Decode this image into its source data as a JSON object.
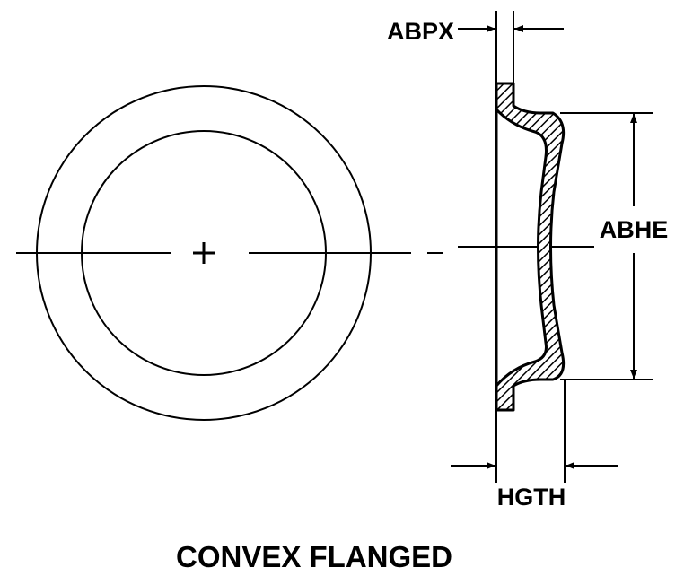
{
  "diagram": {
    "caption": "CONVEX FLANGED",
    "labels": {
      "abpx": "ABPX",
      "abhe": "ABHE",
      "hgth": "HGTH"
    },
    "colors": {
      "line": "#000000",
      "background": "#ffffff"
    }
  }
}
